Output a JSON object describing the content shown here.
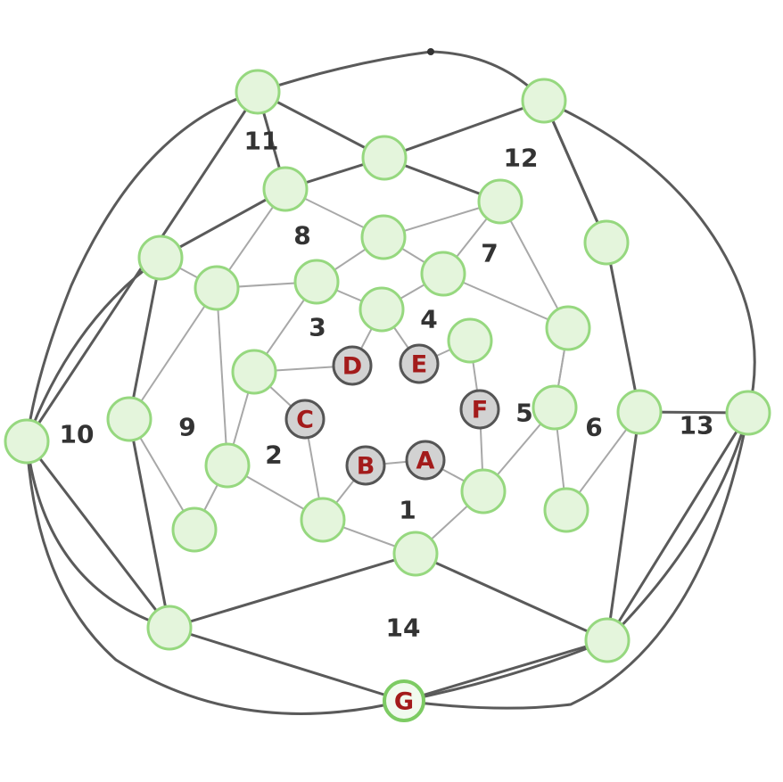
{
  "diagram": {
    "type": "planar-graph",
    "region_labels": [
      "1",
      "2",
      "3",
      "4",
      "5",
      "6",
      "7",
      "8",
      "9",
      "10",
      "11",
      "12",
      "13",
      "14"
    ],
    "lettered_nodes": [
      "A",
      "B",
      "C",
      "D",
      "E",
      "F",
      "G"
    ],
    "colors": {
      "node_fill": "#e4f5dc",
      "node_stroke": "#96d87f",
      "lettered_node_fill": "#d2d2d2",
      "letter_color": "#a31b1b",
      "edge_color": "#5a5a5a",
      "label_color": "#333333"
    }
  }
}
